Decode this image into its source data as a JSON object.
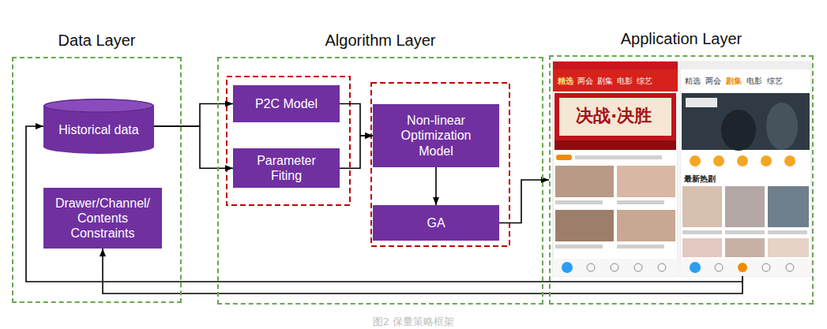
{
  "diagram": {
    "caption": "图2 保量策略框架",
    "nodes": [
      {
        "text": [
          "Data Layer"
        ]
      },
      {
        "text": [
          "Historical data"
        ],
        "in": 0
      },
      {
        "text": [
          "Drawer/Channel/ Contents Constraints"
        ],
        "in": 0
      },
      {
        "text": [
          "Algorithm Layer"
        ]
      },
      {
        "text": [
          "P2C Model"
        ],
        "in": 3
      },
      {
        "text": [
          "Parameter Fiting"
        ],
        "in": 3
      },
      {
        "text": [
          "Non-linear Optimization Model"
        ],
        "in": 3
      },
      {
        "text": [
          "GA"
        ],
        "in": 3
      },
      {
        "text": [
          "Application Layer"
        ]
      }
    ],
    "edges": [
      {
        "from": 1,
        "to": 4,
        "arrow": "to"
      },
      {
        "from": 1,
        "to": 5,
        "arrow": "to"
      },
      {
        "from": 4,
        "to": 6,
        "arrow": "to"
      },
      {
        "from": 5,
        "to": 6,
        "arrow": "to"
      },
      {
        "from": 6,
        "to": 7,
        "arrow": "to"
      },
      {
        "from": 7,
        "to": 8,
        "arrow": "to"
      },
      {
        "from": 8,
        "to": 1,
        "arrow": "to"
      },
      {
        "from": 8,
        "to": 2,
        "arrow": "to"
      }
    ],
    "labels": [
      "决战·决胜",
      "精选",
      "两会",
      "剧集",
      "电影",
      "综艺",
      "精选",
      "两会",
      "剧集",
      "电影",
      "综艺",
      "最新热剧"
    ]
  }
}
